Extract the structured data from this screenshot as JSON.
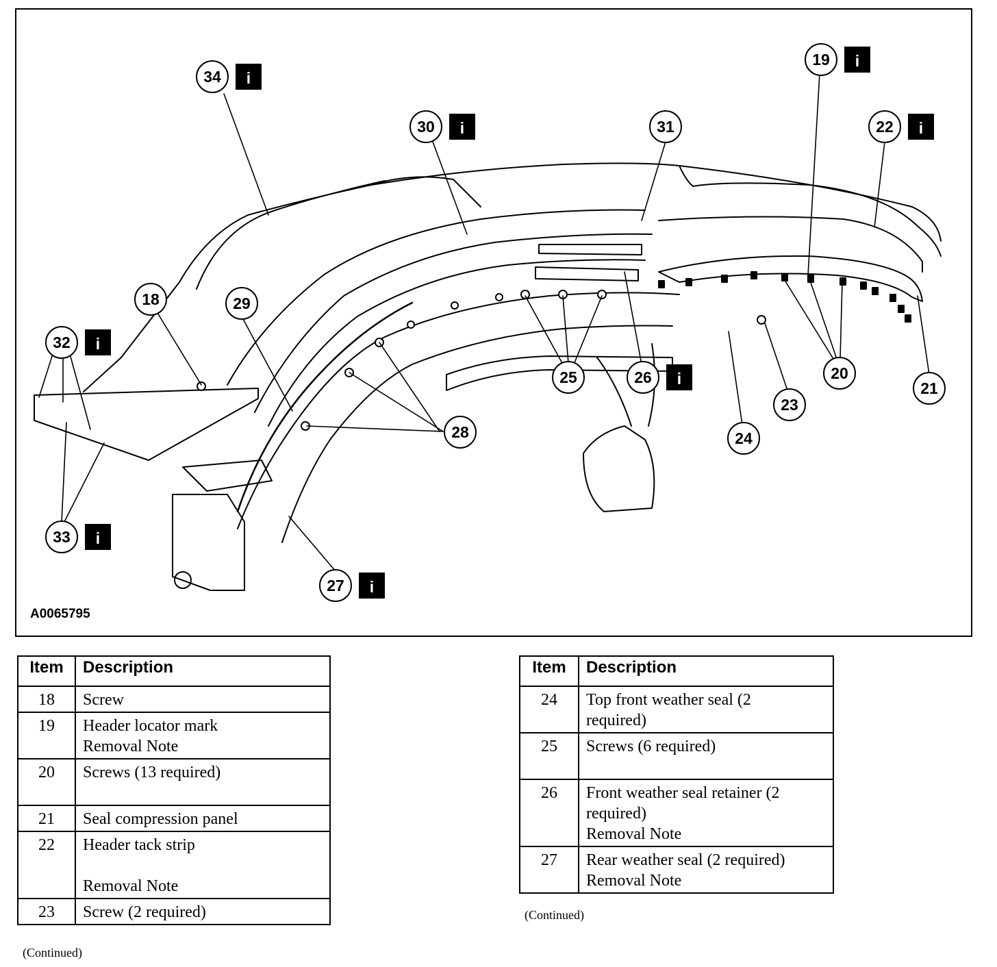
{
  "figure_id": "A0065795",
  "info_marker_glyph": "i",
  "callouts": [
    {
      "id": "18",
      "label": "18",
      "info": false
    },
    {
      "id": "19",
      "label": "19",
      "info": true
    },
    {
      "id": "20",
      "label": "20",
      "info": false
    },
    {
      "id": "21",
      "label": "21",
      "info": false
    },
    {
      "id": "22",
      "label": "22",
      "info": true
    },
    {
      "id": "23",
      "label": "23",
      "info": false
    },
    {
      "id": "24",
      "label": "24",
      "info": false
    },
    {
      "id": "25",
      "label": "25",
      "info": false
    },
    {
      "id": "26",
      "label": "26",
      "info": true
    },
    {
      "id": "27",
      "label": "27",
      "info": true
    },
    {
      "id": "28",
      "label": "28",
      "info": false
    },
    {
      "id": "29",
      "label": "29",
      "info": false
    },
    {
      "id": "30",
      "label": "30",
      "info": true
    },
    {
      "id": "31",
      "label": "31",
      "info": false
    },
    {
      "id": "32",
      "label": "32",
      "info": true
    },
    {
      "id": "33",
      "label": "33",
      "info": true
    },
    {
      "id": "34",
      "label": "34",
      "info": true
    }
  ],
  "tables": [
    {
      "header_item": "Item",
      "header_description": "Description",
      "rows": [
        {
          "item": "18",
          "lines": [
            "Screw"
          ]
        },
        {
          "item": "19",
          "lines": [
            "Header locator mark",
            "Removal Note"
          ]
        },
        {
          "item": "20",
          "lines": [
            "Screws (13 required)",
            ""
          ]
        },
        {
          "item": "21",
          "lines": [
            "Seal compression panel"
          ]
        },
        {
          "item": "22",
          "lines": [
            "Header tack strip",
            "",
            "Removal Note"
          ]
        },
        {
          "item": "23",
          "lines": [
            "Screw (2 required)"
          ]
        }
      ],
      "continued": "(Continued)"
    },
    {
      "header_item": "Item",
      "header_description": "Description",
      "rows": [
        {
          "item": "24",
          "lines": [
            "Top front weather seal (2",
            "required)"
          ]
        },
        {
          "item": "25",
          "lines": [
            "Screws (6 required)",
            ""
          ]
        },
        {
          "item": "26",
          "lines": [
            "Front weather seal retainer (2",
            "required)",
            "Removal Note"
          ]
        },
        {
          "item": "27",
          "lines": [
            "Rear weather seal (2 required)",
            "Removal Note"
          ]
        }
      ],
      "continued": "(Continued)"
    }
  ],
  "colors": {
    "ink": "#000000",
    "paper": "#ffffff"
  }
}
